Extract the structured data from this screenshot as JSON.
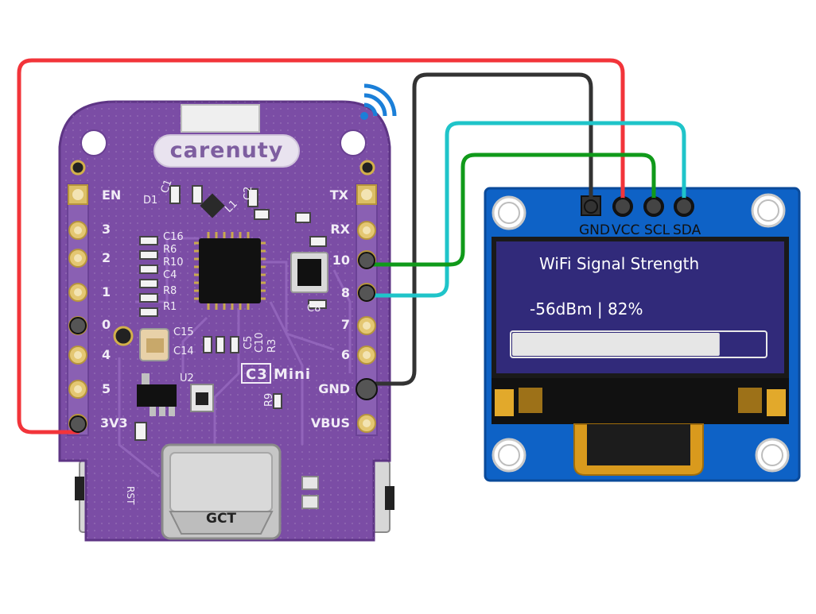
{
  "board": {
    "brand": "carenuty",
    "model": "C3 Mini",
    "usb_label": "GCT",
    "rst_label": "RST",
    "left_pins": [
      "EN",
      "3",
      "2",
      "1",
      "0",
      "4",
      "5",
      "3V3"
    ],
    "right_pins": [
      "TX",
      "RX",
      "10",
      "8",
      "7",
      "6",
      "GND",
      "VBUS"
    ],
    "components": [
      "C16",
      "R6",
      "R10",
      "C4",
      "R8",
      "R1",
      "C15",
      "C14",
      "C10",
      "R3",
      "R9",
      "U2",
      "D1",
      "C1",
      "L1",
      "C5",
      "C2",
      "C8"
    ]
  },
  "oled": {
    "pins": [
      "GND",
      "VCC",
      "SCL",
      "SDA"
    ],
    "title": "WiFi Signal Strength",
    "reading": "-56dBm | 82%",
    "signal_percent": 82
  },
  "wires": [
    {
      "from": "3V3",
      "to": "VCC",
      "color": "#f2343a"
    },
    {
      "from": "GND",
      "to": "GND",
      "color": "#333333"
    },
    {
      "from": "8",
      "to": "SDA",
      "color": "#1fc4c9"
    },
    {
      "from": "10",
      "to": "SCL",
      "color": "#109a1a"
    }
  ],
  "icons": {
    "wifi": "wifi-icon"
  }
}
